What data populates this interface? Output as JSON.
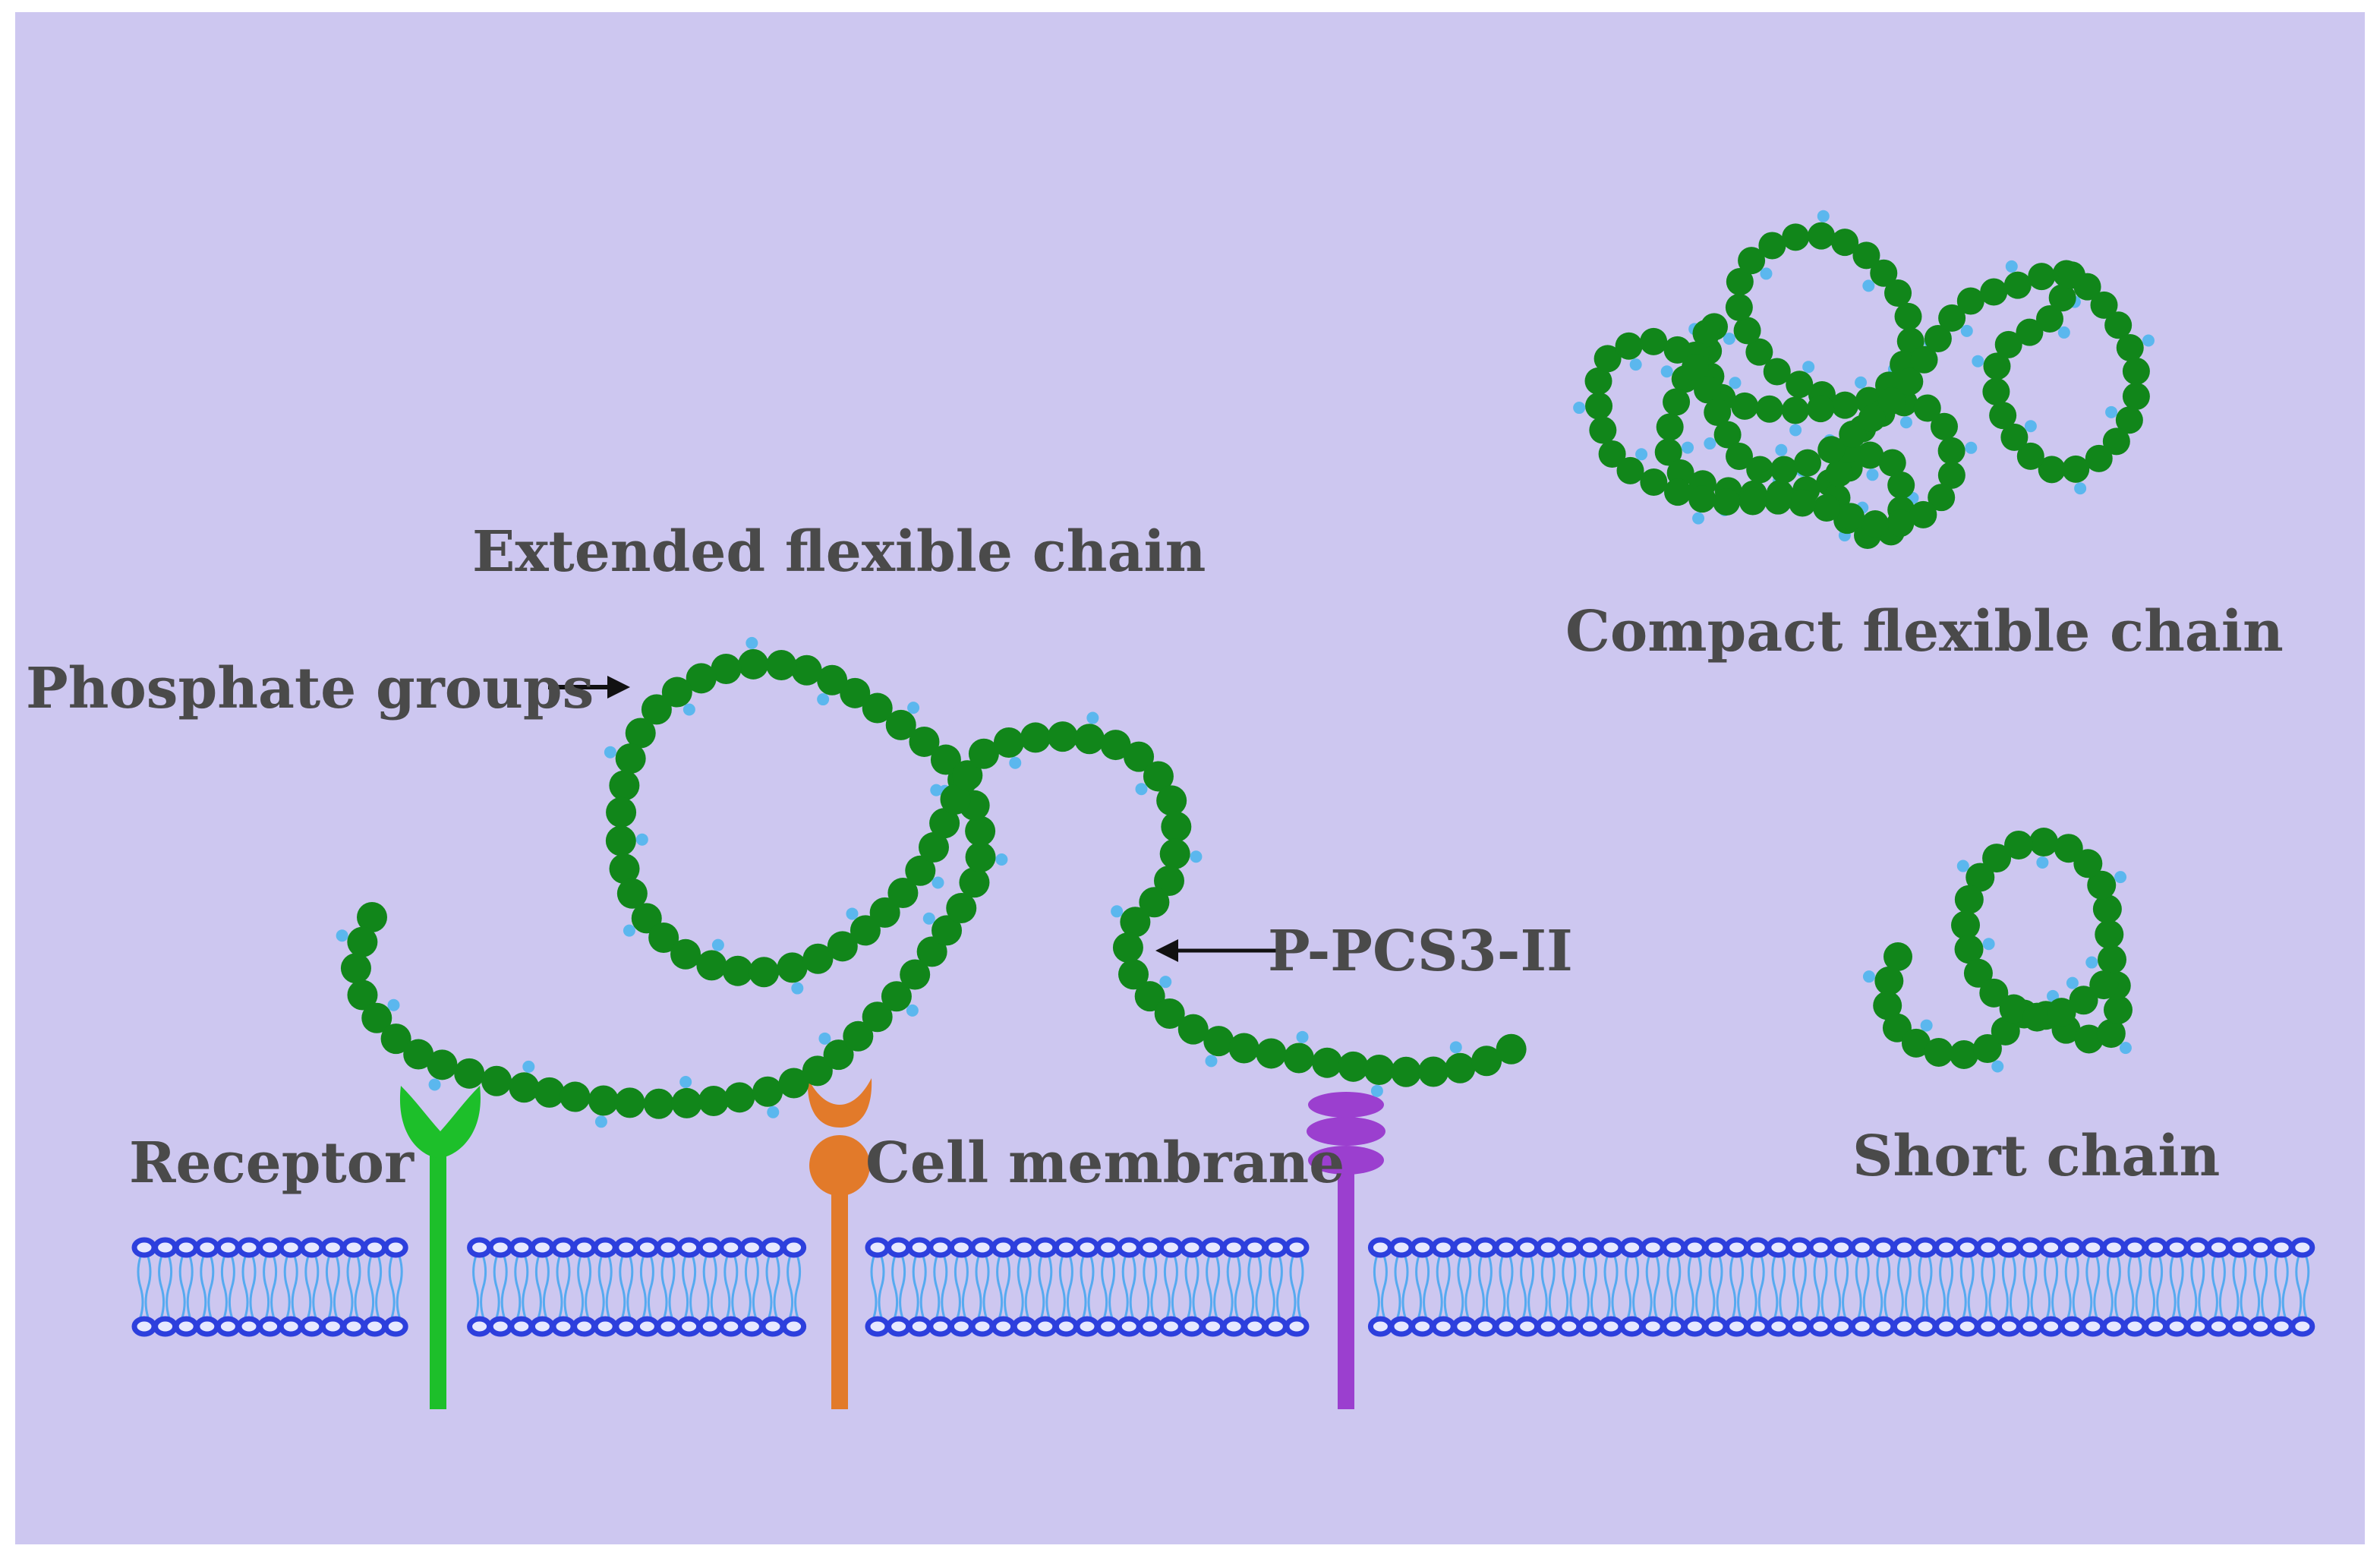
{
  "labels": {
    "extended": "Extended flexible chain",
    "compact": "Compact flexible chain",
    "phosphate": "Phosphate groups",
    "ppcs": "P-PCS3-II",
    "receptor": "Receptor",
    "membrane": "Cell membrane",
    "short": "Short chain"
  },
  "colors": {
    "background": "#cdc7f0",
    "chain_bead": "#11861a",
    "phosphate_dot": "#5bb7ee",
    "lipid_head": "#2d3fdd",
    "lipid_tail": "#56aaf0",
    "receptor_green": "#1dbf2a",
    "receptor_orange": "#e27a2a",
    "receptor_purple": "#9b3fcf",
    "arrow": "#111111"
  }
}
